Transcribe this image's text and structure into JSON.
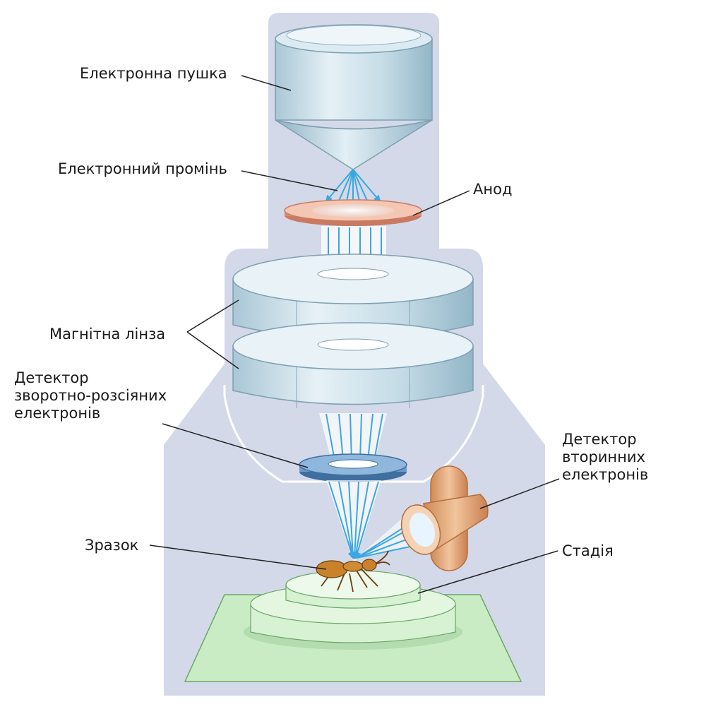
{
  "labels": {
    "electron_gun": "Електронна пушка",
    "electron_beam": "Електронний промінь",
    "anode": "Анод",
    "magnetic_lens": "Магнітна лінза",
    "backscatter_detector": [
      "Детектор",
      "зворотно-розсіяних",
      "електронів"
    ],
    "secondary_detector": [
      "Детектор",
      "вторинних",
      "електронів"
    ],
    "specimen": "Зразок",
    "stage": "Стадія"
  },
  "colors": {
    "housing": "#d3d9e8",
    "metal": "#cfe1ea",
    "metal_dark": "#9fc0cf",
    "anode": "#e9a68f",
    "beam": "#3aa7e0",
    "detector_ring": "#5b86b8",
    "secondary_detector": "#e3a878",
    "stage": "#c9ecc4",
    "stage_edge": "#7fbf7a",
    "specimen": "#c9822a"
  }
}
